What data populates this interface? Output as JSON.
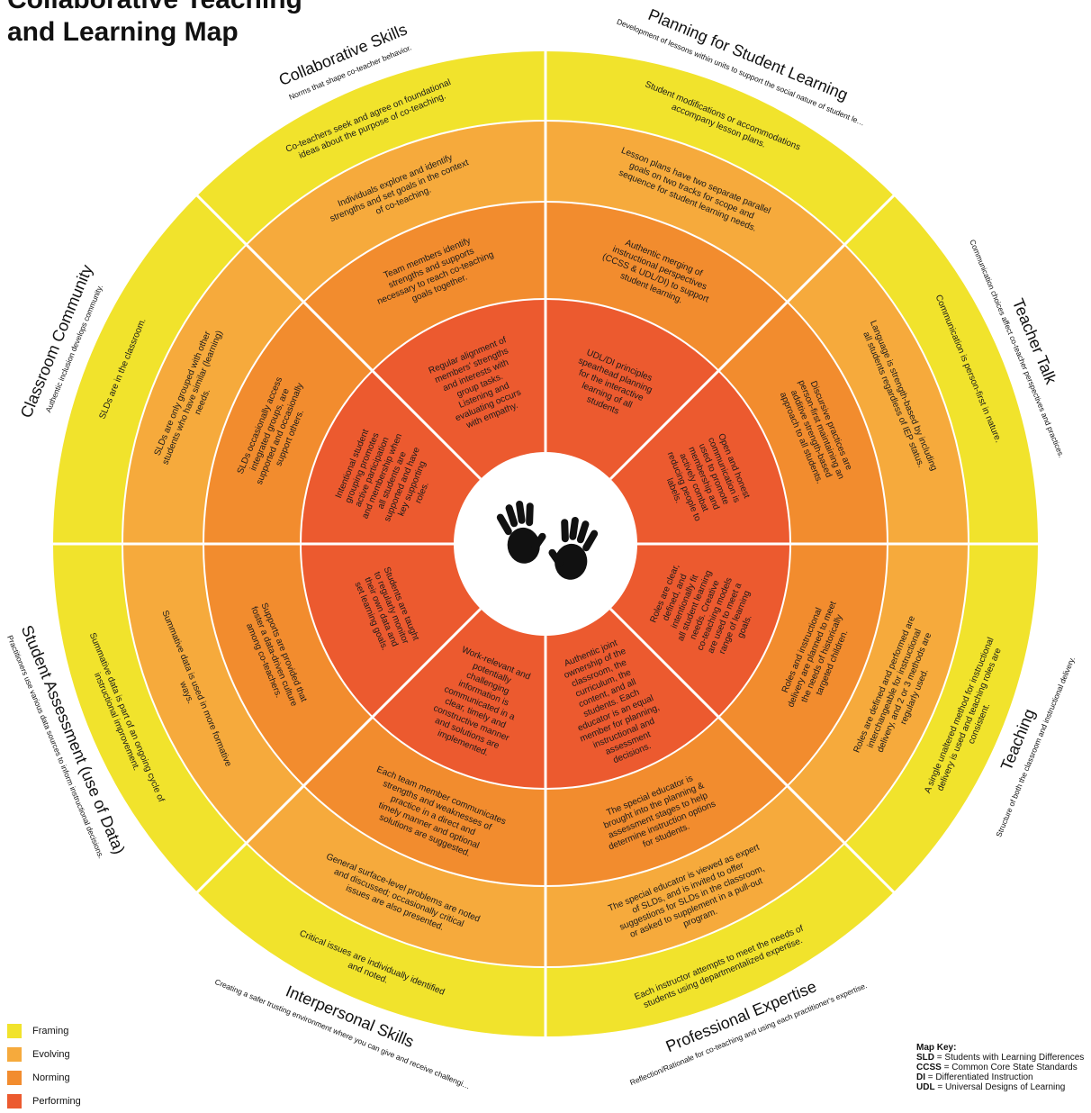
{
  "title": {
    "line1": "Collaborative Teaching",
    "line2": "and Learning Map"
  },
  "colors": {
    "framing": "#f1e32c",
    "evolving": "#f6aa3c",
    "norming": "#f28c2e",
    "performing": "#ec5a2f",
    "divider": "#ffffff"
  },
  "sectors": [
    {
      "name": "Planning for Student Learning",
      "subtitle": "Development of lessons within units to support the social nature of student learning.",
      "framing": "Student modifications or accommodations accompany lesson plans.",
      "evolving": "Lesson plans have two separate parallel goals on two tracks for scope and sequence for student learning needs.",
      "norming": "Authentic merging of instructional perspectives (CCSS & UDL/DI) to support student learning.",
      "performing": "UDL/DI principles spearhead planning for the interactive learning of all students"
    },
    {
      "name": "Teacher Talk",
      "subtitle": "Communication choices affect co-teacher perspectives and practices.",
      "framing": "Communication is person-first in nature.",
      "evolving": "Language is strength-based by including all students regardless of IEP status.",
      "norming": "Discursive practices are person-first maintaining an additive strength-based approach to all students.",
      "performing": "Open and honest communication is used to promote membership and actively combat reducing people to labels."
    },
    {
      "name": "Teaching",
      "subtitle": "Structure of both the classroom and instructional delivery.",
      "framing": "A single unaltered method for instructional delivery is used and teaching roles are consistent.",
      "evolving": "Roles are defined and performed are interchangeable for instructional delivery, and 2 or 3 methods are regularly used.",
      "norming": "Roles and instructional delivery are planned to meet the needs of historically targeted children.",
      "performing": "Roles are clear, defined, and intentionally fit all student learning needs. Creative co-teaching models are used to meet a range of learning goals."
    },
    {
      "name": "Professional Expertise",
      "subtitle": "Reflection/Rationale for co-teaching and using each practitioner's expertise.",
      "framing": "Each instructor attempts to meet the needs of students using departmentalized expertise.",
      "evolving": "The special educator is viewed as expert of SLDs, and is invited to offer suggestions for SLDs in the classroom, or asked to supplement in a pull-out program.",
      "norming": "The special educator is brought into the planning & assessment stages to help determine instruction options for students.",
      "performing": "Authentic joint ownership of the classroom, the curriculum, the content, and all students. Each educator is an equal member for planning, instructional and assessment decisions."
    },
    {
      "name": "Interpersonal Skills",
      "subtitle": "Creating a safer trusting environment where you can give and receive challenging constructive feedback by assuming best intentions in others.",
      "framing": "Critical issues are individually identified and noted.",
      "evolving": "General surface-level problems are noted and discussed; occasionally critical issues are also presented.",
      "norming": "Each team member communicates strengths and weaknesses of practice in a direct and timely manner and optional solutions are suggested.",
      "performing": "Work-relevant and potentially challenging information is communicated in a clear, timely and constructive manner and solutions are implemented."
    },
    {
      "name": "Student Assessment (use of Data)",
      "subtitle": "Practitioners use various data sources to inform instructional decisions.",
      "framing": "Summative data is part of an ongoing cycle of instructional improvement.",
      "evolving": "Summative data is used in more formative ways.",
      "norming": "Supports are provided that foster a data-driven culture among co-teachers.",
      "performing": "Students are taught to regularly monitor their own data and set learning goals."
    },
    {
      "name": "Classroom Community",
      "subtitle": "Authentic inclusion develops community.",
      "framing": "SLDs are in the classroom.",
      "evolving": "SLDs are only grouped with other students who have similar (learning) needs.",
      "norming": "SLDs occasionally access integrated groups, are supported and occasionally support others.",
      "performing": "Intentional student grouping promotes active participation and membership when all students are supported and have key supporting roles."
    },
    {
      "name": "Collaborative Skills",
      "subtitle": "Norms that shape co-teacher behavior.",
      "framing": "Co-teachers seek and agree on foundational ideas about the purpose of co-teaching.",
      "evolving": "Individuals explore and identify strengths and set goals in the context of co-teaching.",
      "norming": "Team members identify strengths and supports necessary to reach co-teaching goals together.",
      "performing": "Regular alignment of members' strengths and interests with group tasks. Listening and evaluating occurs with empathy."
    }
  ],
  "legend": [
    {
      "label": "Framing",
      "color": "#f1e32c"
    },
    {
      "label": "Evolving",
      "color": "#f6aa3c"
    },
    {
      "label": "Norming",
      "color": "#f28c2e"
    },
    {
      "label": "Performing",
      "color": "#ec5a2f"
    }
  ],
  "key": {
    "heading": "Map Key:",
    "items": [
      {
        "abbr": "SLD",
        "text": "= Students with Learning Differences"
      },
      {
        "abbr": "CCSS",
        "text": "= Common Core State Standards"
      },
      {
        "abbr": "DI",
        "text": "= Differentiated Instruction"
      },
      {
        "abbr": "UDL",
        "text": "= Universal Designs of Learning"
      }
    ]
  },
  "center_image": "two-handprints-icon"
}
